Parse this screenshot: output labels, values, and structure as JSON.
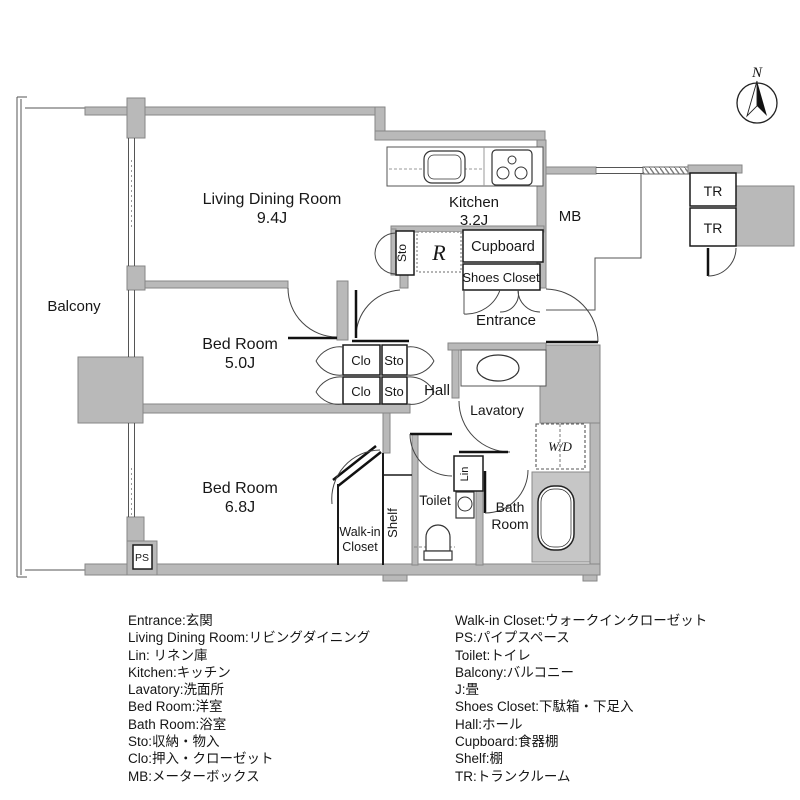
{
  "colors": {
    "wall_fill": "#b9b9b9",
    "wall_stroke": "#868686",
    "line": "#555555",
    "text": "#171717",
    "tub_platform": "#c6c6c6",
    "background": "#ffffff"
  },
  "compass": {
    "label": "N"
  },
  "rooms": {
    "balcony": "Balcony",
    "living": {
      "name": "Living Dining Room",
      "size": "9.4J"
    },
    "kitchen": {
      "name": "Kitchen",
      "size": "3.2J"
    },
    "bed1": {
      "name": "Bed Room",
      "size": "5.0J"
    },
    "bed2": {
      "name": "Bed Room",
      "size": "6.8J"
    },
    "mb": "MB",
    "tr1": "TR",
    "tr2": "TR",
    "cupboard": "Cupboard",
    "fridge": "R",
    "sto_kitchen": "Sto",
    "shoes_closet": "Shoes Closet",
    "entrance": "Entrance",
    "clo1": "Clo",
    "sto1": "Sto",
    "clo2": "Clo",
    "sto2": "Sto",
    "hall": "Hall",
    "lavatory": "Lavatory",
    "wd": "W/D",
    "walkin_line1": "Walk-in",
    "walkin_line2": "Closet",
    "shelf": "Shelf",
    "toilet": "Toilet",
    "lin": "Lin",
    "bath_line1": "Bath",
    "bath_line2": "Room",
    "ps": "PS"
  },
  "legend": {
    "left": [
      "Entrance:玄関",
      "Living Dining Room:リビングダイニング",
      "Lin: リネン庫",
      "Kitchen:キッチン",
      "Lavatory:洗面所",
      "Bed Room:洋室",
      "Bath Room:浴室",
      "Sto:収納・物入",
      "Clo:押入・クローゼット",
      "MB:メーターボックス"
    ],
    "right": [
      "Walk-in Closet:ウォークインクローゼット",
      "PS:パイプスペース",
      "Toilet:トイレ",
      "Balcony:バルコニー",
      "J:畳",
      "Shoes Closet:下駄箱・下足入",
      "Hall:ホール",
      "Cupboard:食器棚",
      "Shelf:棚",
      "TR:トランクルーム"
    ]
  }
}
